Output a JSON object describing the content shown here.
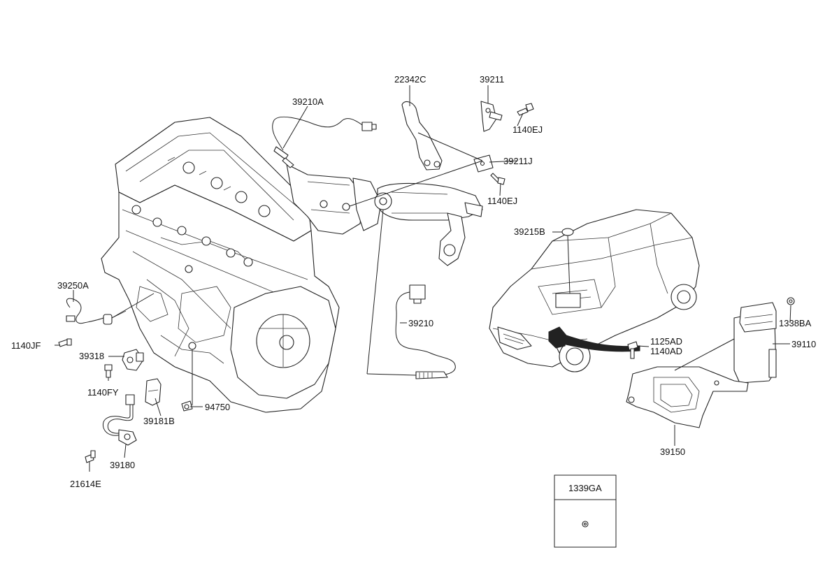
{
  "diagram": {
    "labels": {
      "p22342C": "22342C",
      "p39211": "39211",
      "p39210A": "39210A",
      "p1140EJ_a": "1140EJ",
      "p39211J": "39211J",
      "p1140EJ_b": "1140EJ",
      "p39215B": "39215B",
      "p39250A": "39250A",
      "p39210": "39210",
      "p1338BA": "1338BA",
      "p1125AD": "1125AD",
      "p1140AD": "1140AD",
      "p39110": "39110",
      "p1140JF": "1140JF",
      "p39318": "39318",
      "p1140FY": "1140FY",
      "p94750": "94750",
      "p39181B": "39181B",
      "p39180": "39180",
      "p21614E": "21614E",
      "p39150": "39150",
      "p1339GA": "1339GA"
    }
  }
}
